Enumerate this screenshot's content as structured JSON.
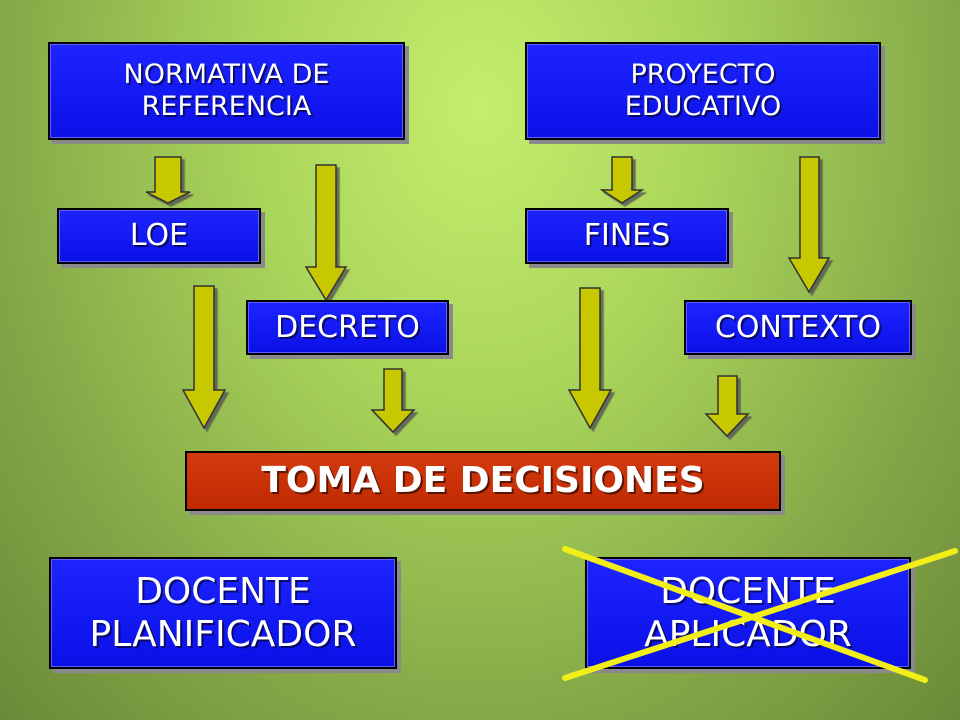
{
  "boxes": {
    "normativa": "NORMATIVA DE\nREFERENCIA",
    "proyecto": "PROYECTO\nEDUCATIVO",
    "loe": "LOE",
    "fines": "FINES",
    "decreto": "DECRETO",
    "contexto": "CONTEXTO",
    "toma": "TOMA DE DECISIONES",
    "docente_planificador": "DOCENTE\nPLANIFICADOR",
    "docente_aplicador": "DOCENTE\nAPLICADOR"
  },
  "colors": {
    "box_blue": "#0a10e6",
    "box_red": "#c02a00",
    "arrow_fill": "#c8c800",
    "cross_yellow": "#f2ee18"
  }
}
